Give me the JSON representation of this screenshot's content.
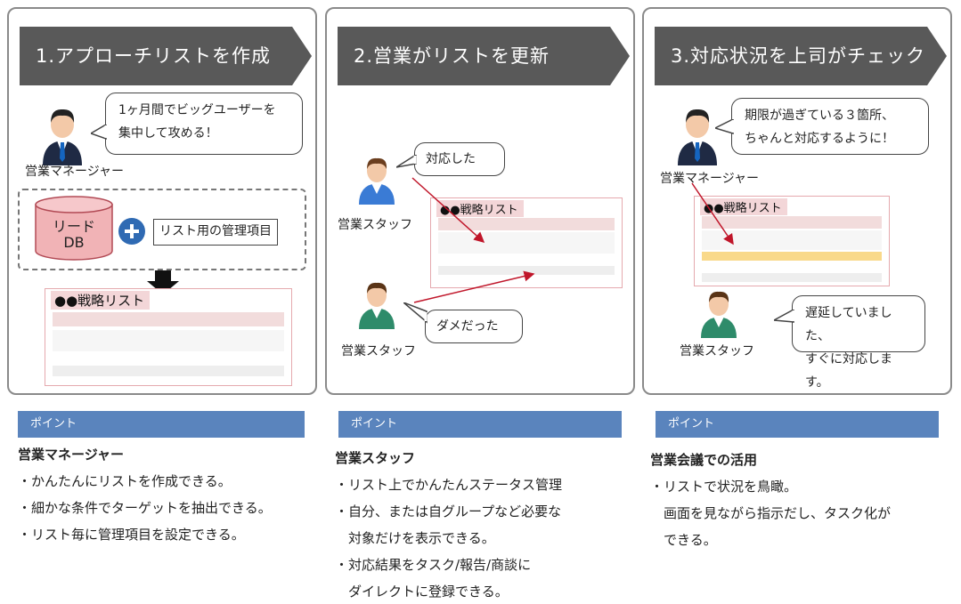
{
  "panel1": {
    "step_label": "1.アプローチリストを作成",
    "bubble_line1": "1ヶ月間でビッグユーザーを",
    "bubble_line2": "集中して攻める！",
    "person_label": "営業マネージャー",
    "db_line1": "リード",
    "db_line2": "DB",
    "mgmt_label": "リスト用の管理項目",
    "sheet_title": "●●戦略リスト"
  },
  "panel2": {
    "step_label": "2.営業がリストを更新",
    "bubble1": "対応した",
    "person1_label": "営業スタッフ",
    "bubble2": "ダメだった",
    "person2_label": "営業スタッフ",
    "sheet_title": "●●戦略リスト"
  },
  "panel3": {
    "step_label": "3.対応状況を上司がチェック",
    "bubble1_line1": "期限が過ぎている３箇所、",
    "bubble1_line2": "ちゃんと対応するように！",
    "manager_label": "営業マネージャー",
    "sheet_title": "●●戦略リスト",
    "bubble2_line1": "遅延していました、",
    "bubble2_line2": "すぐに対応します。",
    "staff_label": "営業スタッフ"
  },
  "points": [
    {
      "header": "ポイント",
      "title": "営業マネージャー",
      "lines": [
        "・かんたんにリストを作成できる。",
        "・細かな条件でターゲットを抽出できる。",
        "・リスト毎に管理項目を設定できる。"
      ]
    },
    {
      "header": "ポイント",
      "title": "営業スタッフ",
      "lines": [
        "・リスト上でかんたんステータス管理",
        "・自分、または自グループなど必要な",
        "　対象だけを表示できる。",
        "・対応結果をタスク/報告/商談に",
        "　ダイレクトに登録できる。"
      ]
    },
    {
      "header": "ポイント",
      "title": "営業会議での活用",
      "lines": [
        "・リストで状況を鳥瞰。",
        "　画面を見ながら指示だし、タスク化が",
        "　できる。"
      ]
    }
  ],
  "colors": {
    "step_bg": "#595959",
    "point_bar": "#5a84bd",
    "db_fill": "#f1b3b6",
    "sheet_header": "#f3d6d8",
    "arrow_red": "#c0162a",
    "highlight": "#f9d98a"
  }
}
